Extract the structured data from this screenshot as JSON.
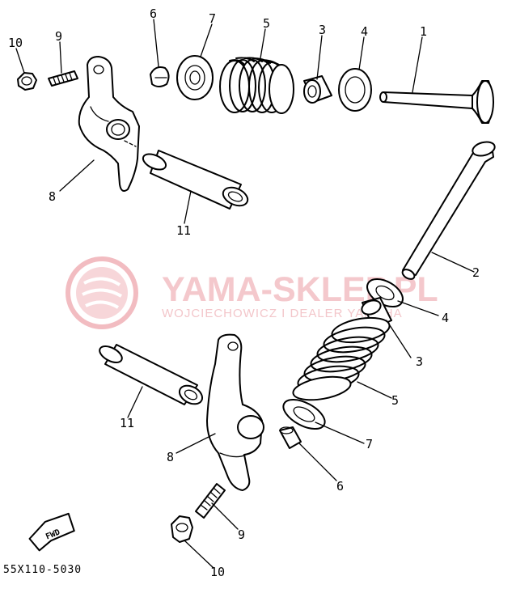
{
  "diagram_code": "55X110-5030",
  "watermark": {
    "title": "YAMA-SKLEP.PL",
    "subtitle": "WOJCIECHOWICZ I DEALER YAMAHA"
  },
  "arrow_label": "FWD",
  "callouts": {
    "top": {
      "p10": "10",
      "p9": "9",
      "p6": "6",
      "p7": "7",
      "p5": "5",
      "p3": "3",
      "p4": "4",
      "p1": "1",
      "p8": "8",
      "p11": "11"
    },
    "bottom": {
      "p2": "2",
      "p4": "4",
      "p3": "3",
      "p5": "5",
      "p7": "7",
      "p6": "6",
      "p11": "11",
      "p8": "8",
      "p9": "9",
      "p10": "10"
    }
  },
  "colors": {
    "ink": "#000000",
    "watermark": "#f0b9be"
  }
}
